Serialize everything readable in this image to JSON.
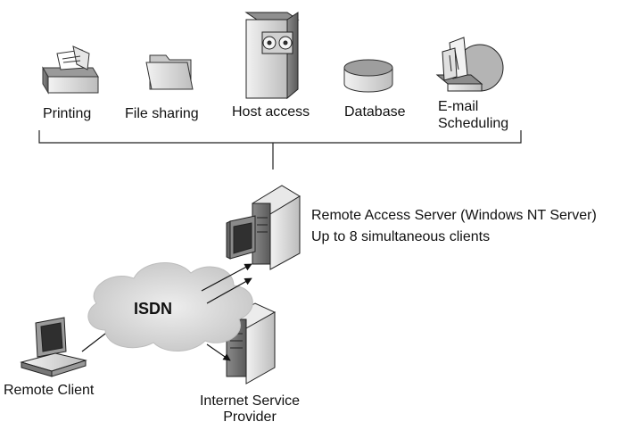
{
  "services": {
    "printing": "Printing",
    "file_sharing": "File sharing",
    "host_access": "Host access",
    "database": "Database",
    "email_line1": "E-mail",
    "email_line2": "Scheduling"
  },
  "server": {
    "line1": "Remote Access Server (Windows NT Server)",
    "line2": "Up to 8 simultaneous clients"
  },
  "network": {
    "cloud_label": "ISDN"
  },
  "client": {
    "label": "Remote Client"
  },
  "isp": {
    "line1": "Internet Service",
    "line2": "Provider"
  },
  "icons": [
    "printer-icon",
    "folder-icon",
    "host-mainframe-icon",
    "database-icon",
    "email-scheduling-icon",
    "server-tower-icon",
    "laptop-icon"
  ]
}
